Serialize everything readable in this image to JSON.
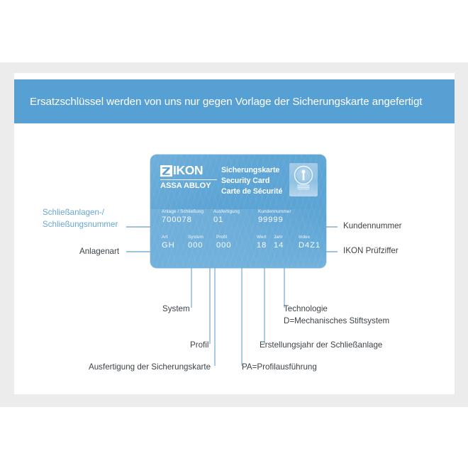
{
  "banner": {
    "text": "Ersatzschlüssel werden von uns nur gegen Vorlage der Sicherungskarte angefertigt"
  },
  "colors": {
    "banner_bg": "#56a0d3",
    "card_bg": "#5ba3d4",
    "line": "#9cc4de",
    "label_text": "#3d4348",
    "label_blue": "#6aa6cf",
    "page_bg": "#ececec"
  },
  "card": {
    "brand": "IKON",
    "brand_mark": "Z",
    "sub_brand": "ASSA ABLOY",
    "titles": [
      "Sicherungskarte",
      "Security Card",
      "Carte de Sécurité"
    ],
    "icon": "lock-cylinder-icon",
    "fields_top": [
      {
        "label": "Anlage / Schließung",
        "value": "700078"
      },
      {
        "label": "Ausfertigung",
        "value": "01"
      },
      {
        "label": "Kundennummer",
        "value": "99999"
      }
    ],
    "fields_bottom": [
      {
        "label": "Art",
        "value": "GH"
      },
      {
        "label": "System",
        "value": "000"
      },
      {
        "label": "Profil",
        "value": "000"
      },
      {
        "label": "Wert",
        "value": "18"
      },
      {
        "label": "Jahr",
        "value": "14"
      },
      {
        "label": "Index",
        "value": "D4Z1"
      }
    ]
  },
  "annotations": {
    "left": [
      {
        "name": "schliessanlagen-nummer",
        "line1": "Schließanlagen-/",
        "line2": "Schließungsnummer"
      },
      {
        "name": "anlagenart",
        "line1": "Anlagenart",
        "line2": ""
      }
    ],
    "right": [
      {
        "name": "kundennummer",
        "text": "Kundennummer"
      },
      {
        "name": "ikon-pruefziffer",
        "text": "IKON Prüfziffer"
      }
    ],
    "bottom": [
      {
        "name": "system",
        "line1": "System",
        "line2": ""
      },
      {
        "name": "profil",
        "line1": "Profil",
        "line2": ""
      },
      {
        "name": "ausfertigung",
        "line1": "Ausfertigung der Sicherungskarte",
        "line2": ""
      },
      {
        "name": "profilausfuehrung",
        "line1": "PA=Profilausführung",
        "line2": ""
      },
      {
        "name": "erstellungsjahr",
        "line1": "Erstellungsjahr der Schließanlage",
        "line2": ""
      },
      {
        "name": "technologie",
        "line1": "Technologie",
        "line2": "D=Mechanisches Stiftsystem"
      }
    ]
  }
}
